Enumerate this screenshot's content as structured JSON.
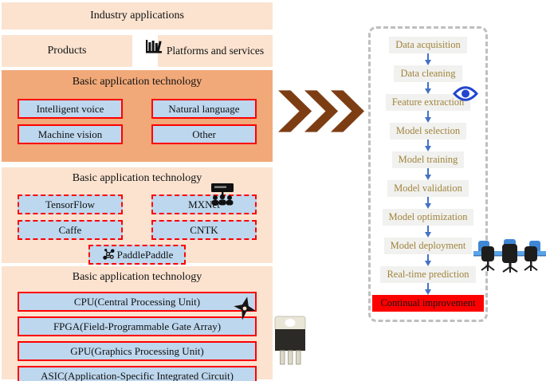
{
  "left_panel": {
    "industry_applications": "Industry applications",
    "products": "Products",
    "platforms_and_services": "Platforms and services",
    "sections": [
      {
        "title": "Basic application technology",
        "items": [
          "Intelligent voice",
          "Natural language",
          "Machine vision",
          "Other"
        ]
      },
      {
        "title": "Basic application technology",
        "items": [
          "TensorFlow",
          "MXNet",
          "Caffe",
          "CNTK",
          "PaddlePaddle"
        ]
      },
      {
        "title": "Basic application technology",
        "items": [
          "CPU(Central Processing Unit)",
          "FPGA(Field-Programmable Gate Array)",
          "GPU(Graphics Processing Unit)",
          "ASIC(Application-Specific Integrated Circuit)"
        ]
      }
    ]
  },
  "flowchart": {
    "steps": [
      {
        "label": "Data acquisition",
        "highlight": false
      },
      {
        "label": "Data cleaning",
        "highlight": false
      },
      {
        "label": "Feature extraction",
        "highlight": false
      },
      {
        "label": "Model selection",
        "highlight": false
      },
      {
        "label": "Model training",
        "highlight": false
      },
      {
        "label": "Model validation",
        "highlight": false
      },
      {
        "label": "Model optimization",
        "highlight": false
      },
      {
        "label": "Model deployment",
        "highlight": false
      },
      {
        "label": "Real-time prediction",
        "highlight": false
      },
      {
        "label": "Continual improvement",
        "highlight": true
      }
    ]
  },
  "icons": {
    "bookshelf": "bookshelf-icon",
    "presentation_training": "presentation-training-icon",
    "molecule": "molecule-icon",
    "shuriken": "shuriken-star-icon",
    "transistor": "transistor-icon",
    "eye": "eye-icon",
    "conference_table": "conference-table-icon",
    "triple_chevron": "triple-chevron-arrow-icon",
    "flow_arrow": "down-arrow-icon"
  },
  "colors": {
    "peach": "#fbe3d0",
    "orange": "#f2a979",
    "light_blue": "#bdd7ee",
    "red_border": "#ff0000",
    "flow_box_bg": "#f1f1ef",
    "flow_text_gold": "#a0843c",
    "arrow_blue": "#4472c4",
    "dashed_border_gray": "#bfbfbf",
    "chevron_brown": "#7d3d13",
    "highlight_bg": "#ff0000"
  }
}
